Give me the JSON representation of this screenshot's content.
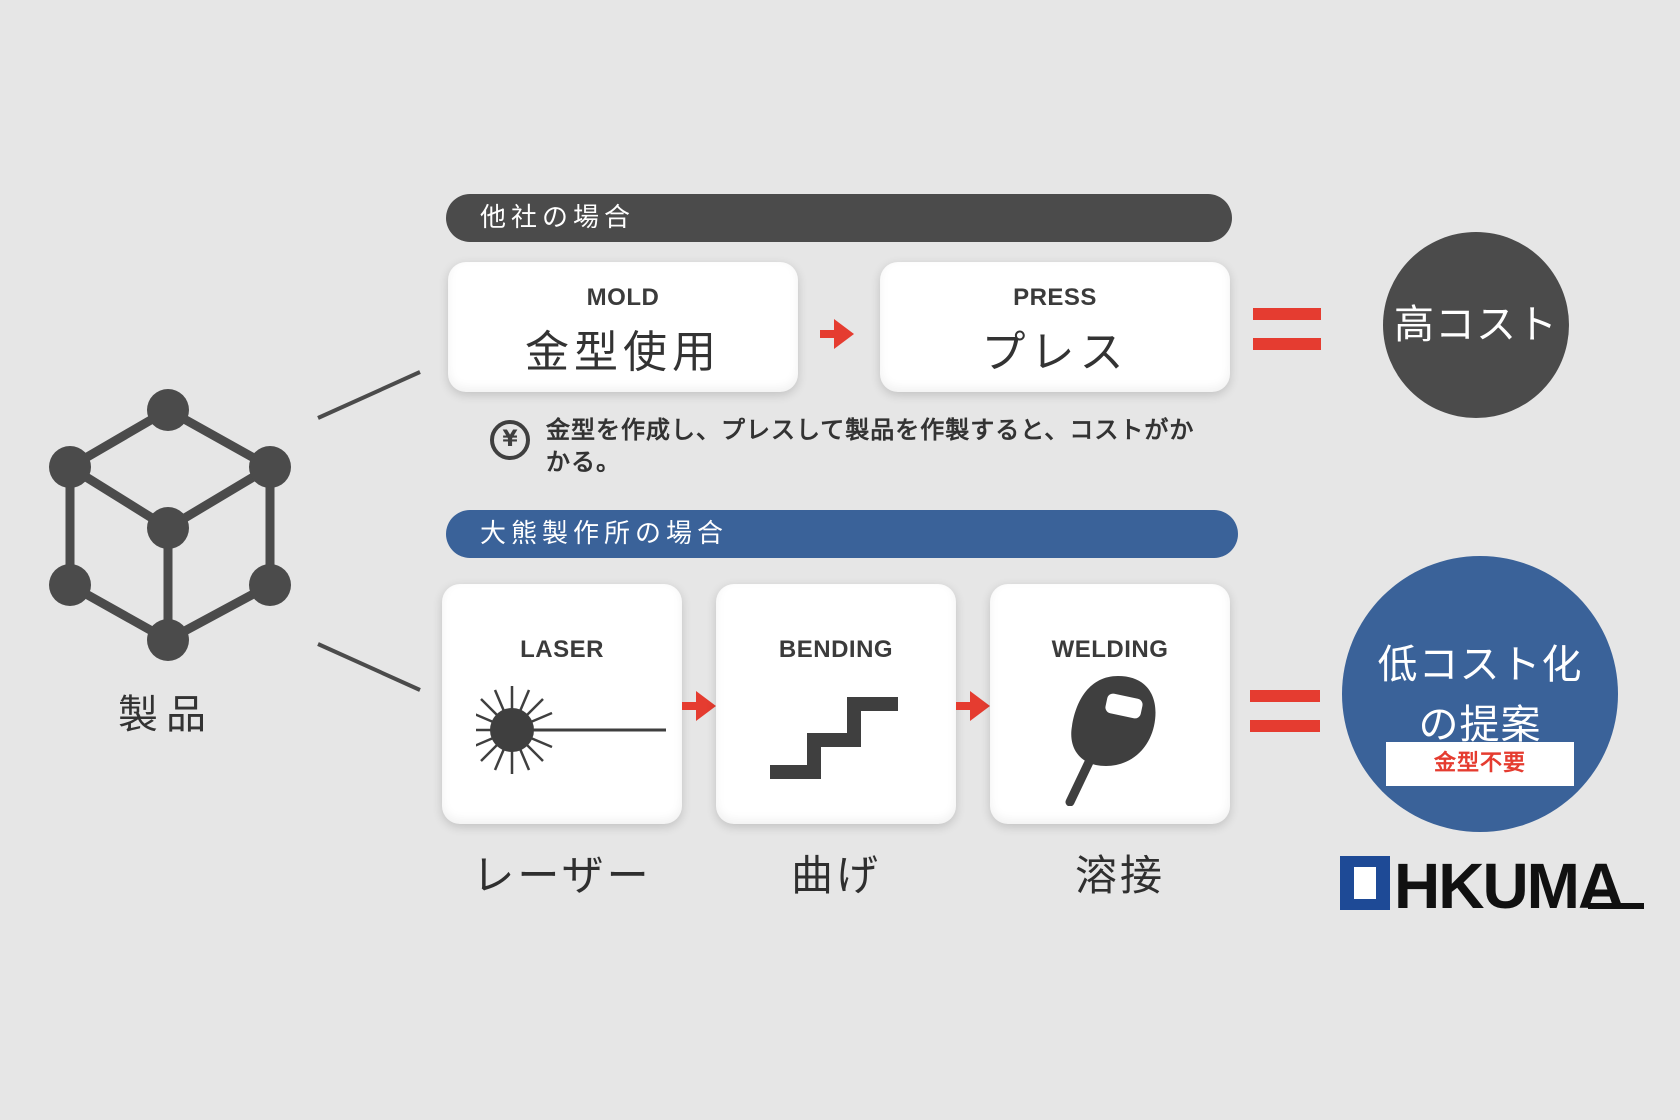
{
  "product": {
    "label": "製品",
    "icon": "cube-icon"
  },
  "other_company": {
    "header": "他社の場合",
    "steps": [
      {
        "en": "MOLD",
        "jp": "金型使用"
      },
      {
        "en": "PRESS",
        "jp": "プレス"
      }
    ],
    "note": {
      "icon": "yen-icon",
      "icon_text": "¥",
      "text": "金型を作成し、プレスして製品を作製すると、コストがかかる。"
    },
    "result": "高コスト"
  },
  "okuma": {
    "header": "大熊製作所の場合",
    "steps": [
      {
        "en": "LASER",
        "jp": "レーザー",
        "icon": "laser-icon"
      },
      {
        "en": "BENDING",
        "jp": "曲げ",
        "icon": "bending-stairs-icon"
      },
      {
        "en": "WELDING",
        "jp": "溶接",
        "icon": "welding-mask-icon"
      }
    ],
    "result_line1": "低コスト化",
    "result_line2": "の提案",
    "result_badge": "金型不要"
  },
  "logo": {
    "text": "OHKUMA"
  },
  "colors": {
    "background": "#e6e6e6",
    "dark": "#4b4b4b",
    "blue": "#3a6299",
    "red": "#e53c30"
  }
}
